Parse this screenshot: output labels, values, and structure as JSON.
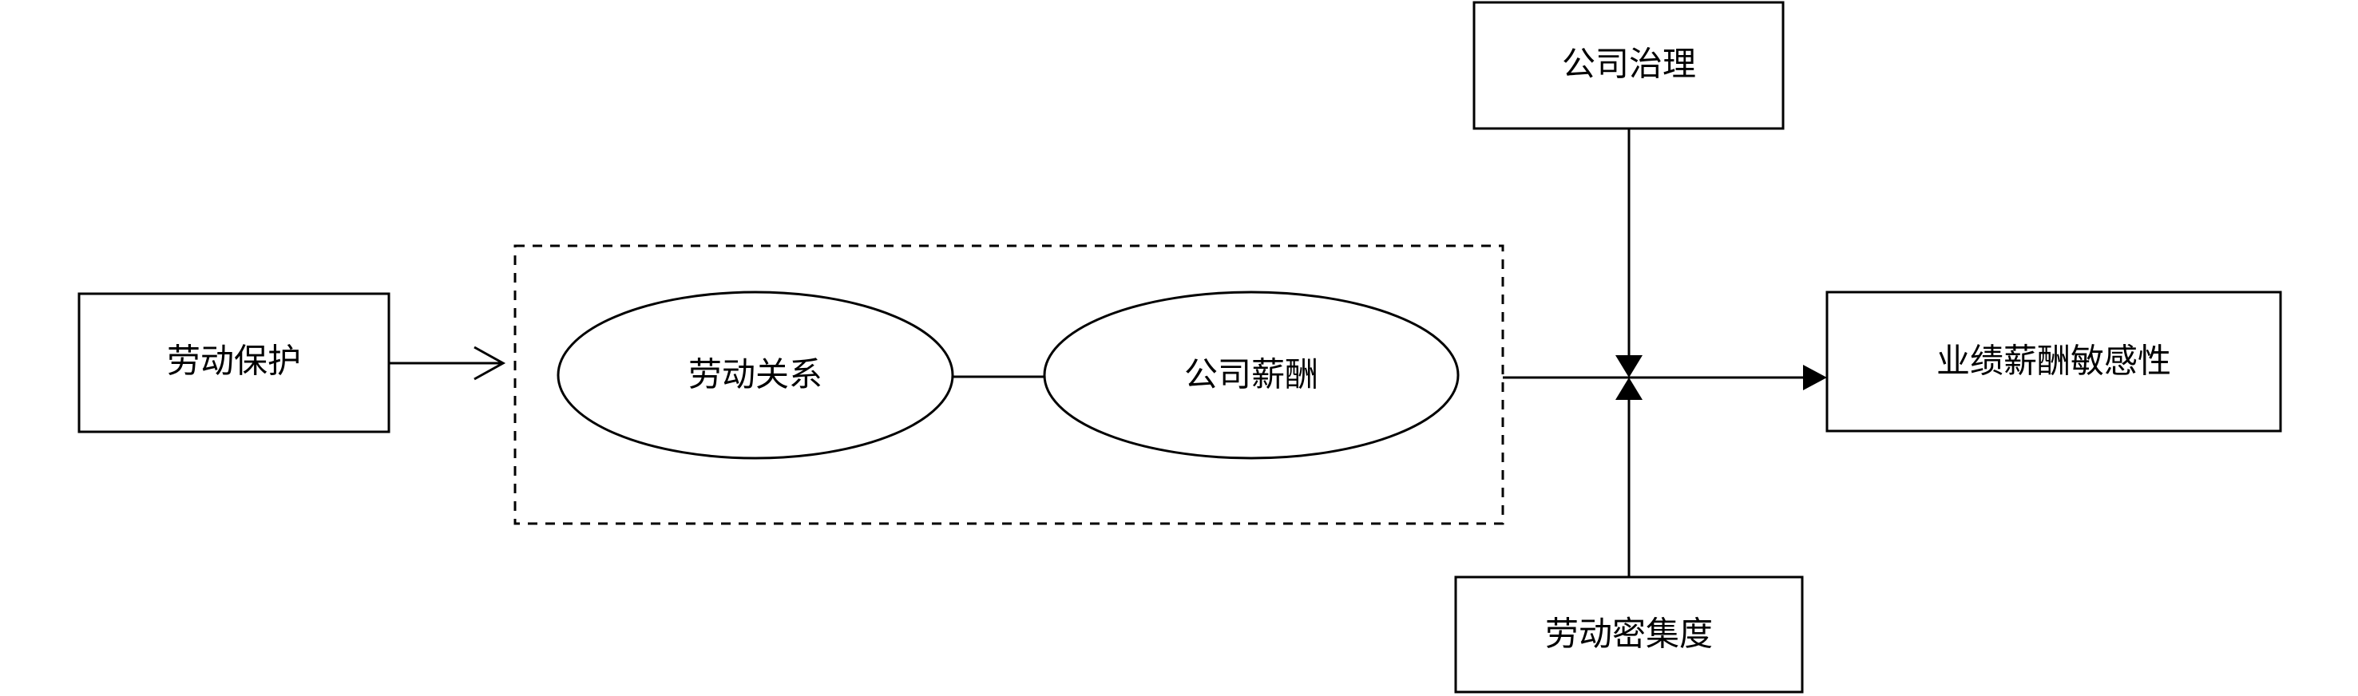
{
  "nodes": {
    "labor_protection": {
      "label": "劳动保护"
    },
    "labor_relations": {
      "label": "劳动关系"
    },
    "company_compensation": {
      "label": "公司薪酬"
    },
    "corporate_governance": {
      "label": "公司治理"
    },
    "labor_intensity": {
      "label": "劳动密集度"
    },
    "pay_performance_sensitivity": {
      "label": "业绩薪酬敏感性"
    }
  },
  "colors": {
    "stroke": "#000000",
    "background": "#ffffff"
  }
}
